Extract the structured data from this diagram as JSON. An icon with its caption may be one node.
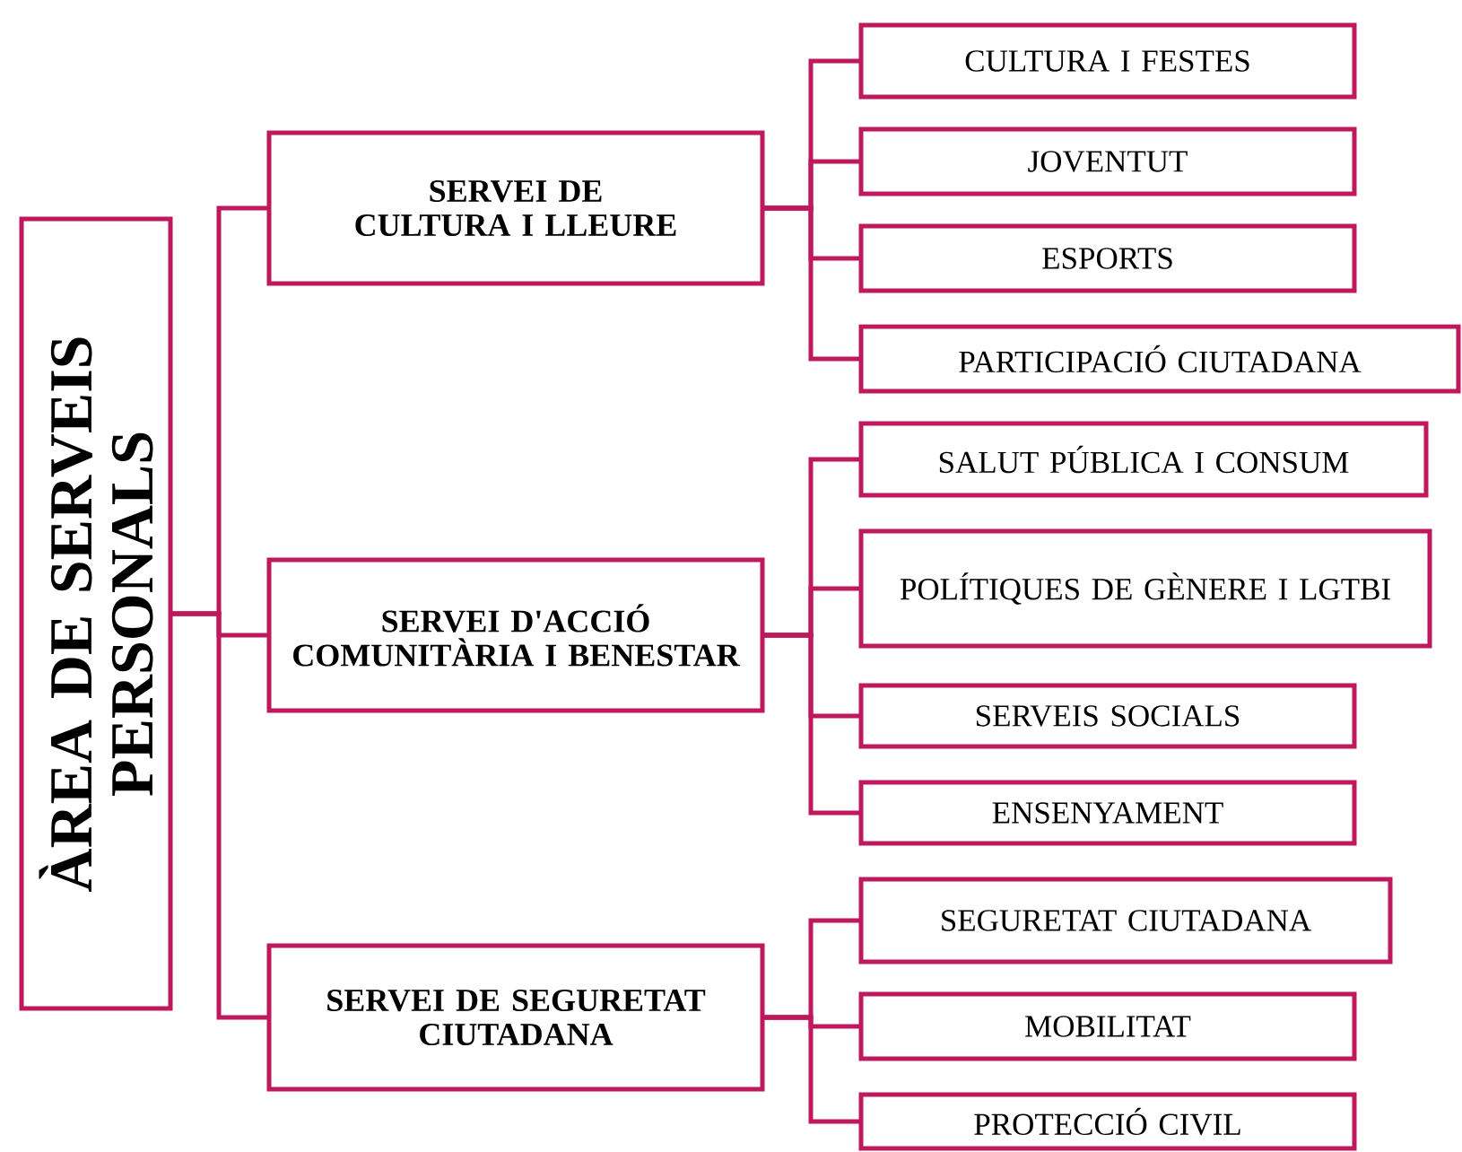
{
  "diagram": {
    "nodes": [
      {
        "text": [
          "ÀREA DE SERVEIS PERSONALS"
        ]
      },
      {
        "text": [
          "SERVEI DE CULTURA I LLEURE"
        ]
      },
      {
        "text": [
          "CULTURA I FESTES"
        ]
      },
      {
        "text": [
          "JOVENTUT"
        ]
      },
      {
        "text": [
          "ESPORTS"
        ]
      },
      {
        "text": [
          "PARTICIPACIÓ CIUTADANA"
        ]
      },
      {
        "text": [
          "SERVEI D'ACCIÓ COMUNITÀRIA I BENESTAR"
        ]
      },
      {
        "text": [
          "SALUT PÚBLICA I CONSUM"
        ]
      },
      {
        "text": [
          "POLÍTIQUES DE GÈNERE I LGTBI"
        ]
      },
      {
        "text": [
          "SERVEIS SOCIALS"
        ]
      },
      {
        "text": [
          "ENSENYAMENT"
        ]
      },
      {
        "text": [
          "SERVEI DE SEGURETAT CIUTADANA"
        ]
      },
      {
        "text": [
          "SEGURETAT CIUTADANA"
        ]
      },
      {
        "text": [
          "MOBILITAT"
        ]
      },
      {
        "text": [
          "PROTECCIÓ CIVIL"
        ]
      }
    ],
    "edges": [
      {
        "from": 0,
        "to": 1,
        "arrow": "none"
      },
      {
        "from": 0,
        "to": 6,
        "arrow": "none"
      },
      {
        "from": 0,
        "to": 11,
        "arrow": "none"
      },
      {
        "from": 1,
        "to": 2,
        "arrow": "none"
      },
      {
        "from": 1,
        "to": 3,
        "arrow": "none"
      },
      {
        "from": 1,
        "to": 4,
        "arrow": "none"
      },
      {
        "from": 1,
        "to": 5,
        "arrow": "none"
      },
      {
        "from": 6,
        "to": 7,
        "arrow": "none"
      },
      {
        "from": 6,
        "to": 8,
        "arrow": "none"
      },
      {
        "from": 6,
        "to": 9,
        "arrow": "none"
      },
      {
        "from": 6,
        "to": 10,
        "arrow": "none"
      },
      {
        "from": 11,
        "to": 12,
        "arrow": "none"
      },
      {
        "from": 11,
        "to": 13,
        "arrow": "none"
      },
      {
        "from": 11,
        "to": 14,
        "arrow": "none"
      }
    ]
  }
}
